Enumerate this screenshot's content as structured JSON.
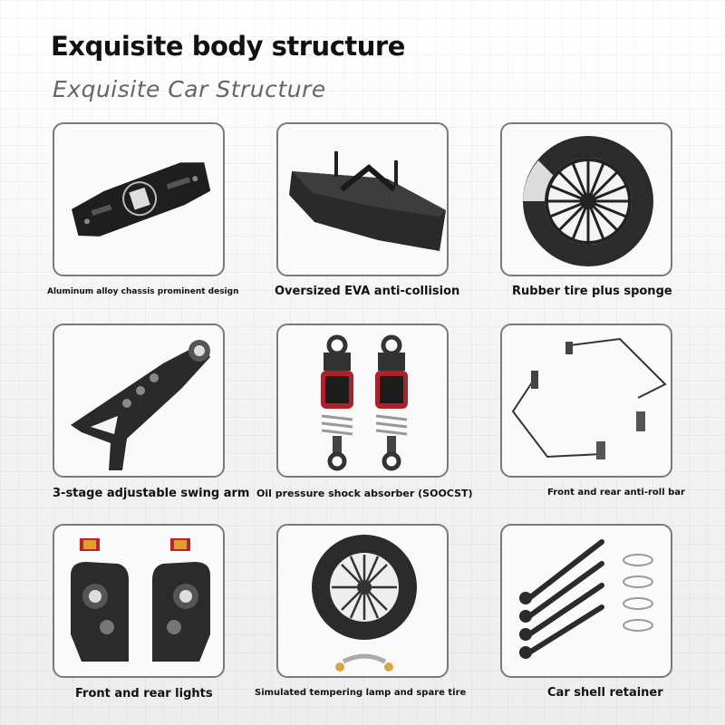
{
  "header": {
    "title": "Exquisite body structure",
    "subtitle": "Exquisite Car Structure"
  },
  "parts": [
    {
      "label": "Aluminum alloy chassis prominent design",
      "icon": "chassis-plate-icon"
    },
    {
      "label": "Oversized EVA anti-collision",
      "icon": "eva-bumper-icon"
    },
    {
      "label": "Rubber tire plus sponge",
      "icon": "tire-sponge-icon"
    },
    {
      "label": "3-stage adjustable swing arm",
      "icon": "swing-arm-icon"
    },
    {
      "label": "Oil pressure shock absorber (SOOCST)",
      "icon": "shock-absorber-icon"
    },
    {
      "label": "Front and rear anti-roll bar",
      "icon": "anti-roll-bar-icon"
    },
    {
      "label": "Front and rear lights",
      "icon": "lights-icon"
    },
    {
      "label": "Simulated tempering lamp and spare tire",
      "icon": "spare-tire-icon"
    },
    {
      "label": "Car shell retainer",
      "icon": "shell-retainer-icon"
    }
  ],
  "colors": {
    "accent_red": "#c0202a",
    "part_black": "#2a2a2a",
    "frame_gray": "#7a7a7a"
  }
}
